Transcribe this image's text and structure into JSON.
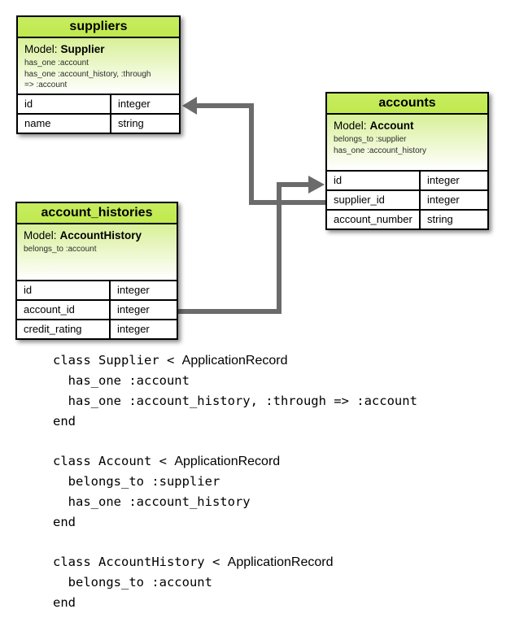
{
  "colors": {
    "header_green": "#c7ed60",
    "header_green_deep": "#c0e94e",
    "body_gradient_top": "#d8f098",
    "body_gradient_bottom": "#ffffff",
    "connector_gray": "#6b6b6b"
  },
  "diagram": {
    "tables": {
      "suppliers": {
        "title": "suppliers",
        "model_label": "Model:",
        "model_name": "Supplier",
        "associations": [
          "has_one :account",
          "has_one :account_history, :through",
          "=> :account"
        ],
        "columns": [
          {
            "name": "id",
            "type": "integer"
          },
          {
            "name": "name",
            "type": "string"
          }
        ]
      },
      "accounts": {
        "title": "accounts",
        "model_label": "Model:",
        "model_name": "Account",
        "associations": [
          "belongs_to :supplier",
          "has_one :account_history"
        ],
        "columns": [
          {
            "name": "id",
            "type": "integer"
          },
          {
            "name": "supplier_id",
            "type": "integer"
          },
          {
            "name": "account_number",
            "type": "string"
          }
        ]
      },
      "account_histories": {
        "title": "account_histories",
        "model_label": "Model:",
        "model_name": "AccountHistory",
        "associations": [
          "belongs_to :account"
        ],
        "columns": [
          {
            "name": "id",
            "type": "integer"
          },
          {
            "name": "account_id",
            "type": "integer"
          },
          {
            "name": "credit_rating",
            "type": "integer"
          }
        ]
      }
    },
    "connectors": [
      {
        "from": "accounts.supplier_id",
        "to": "suppliers.id"
      },
      {
        "from": "account_histories.account_id",
        "to": "accounts.id"
      }
    ]
  },
  "code": {
    "blocks": [
      {
        "lines": [
          {
            "mono": "class Supplier < ",
            "sans": "ApplicationRecord"
          },
          {
            "mono": "  has_one :account"
          },
          {
            "mono": "  has_one :account_history, :through => :account"
          },
          {
            "mono": "end"
          }
        ]
      },
      {
        "lines": [
          {
            "mono": "class Account < ",
            "sans": "ApplicationRecord"
          },
          {
            "mono": "  belongs_to :supplier"
          },
          {
            "mono": "  has_one :account_history"
          },
          {
            "mono": "end"
          }
        ]
      },
      {
        "lines": [
          {
            "mono": "class AccountHistory < ",
            "sans": "ApplicationRecord"
          },
          {
            "mono": "  belongs_to :account"
          },
          {
            "mono": "end"
          }
        ]
      }
    ]
  }
}
